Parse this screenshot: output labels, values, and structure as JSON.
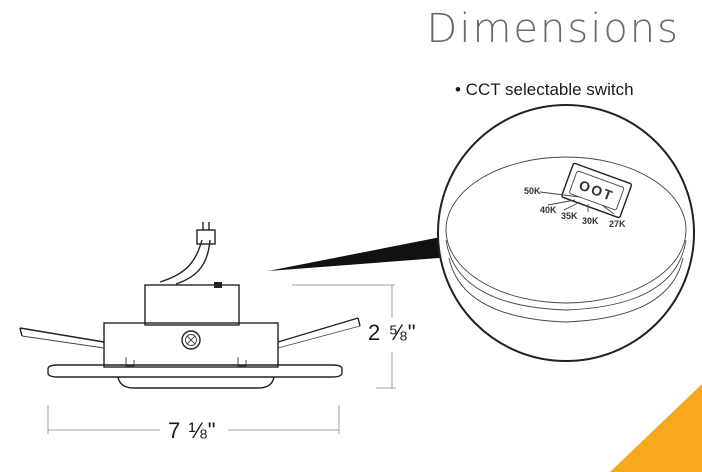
{
  "title": "Dimensions",
  "callout": "• CCT selectable switch",
  "dimensions": {
    "height": "2 ⅝\"",
    "width": "7 ⅛\""
  },
  "switch": {
    "positions": [
      "50K",
      "40K",
      "35K",
      "30K",
      "27K"
    ],
    "face_label": "OOT"
  },
  "colors": {
    "accent": "#f7a81b",
    "line": "#222222",
    "title": "#6a6a6a"
  }
}
